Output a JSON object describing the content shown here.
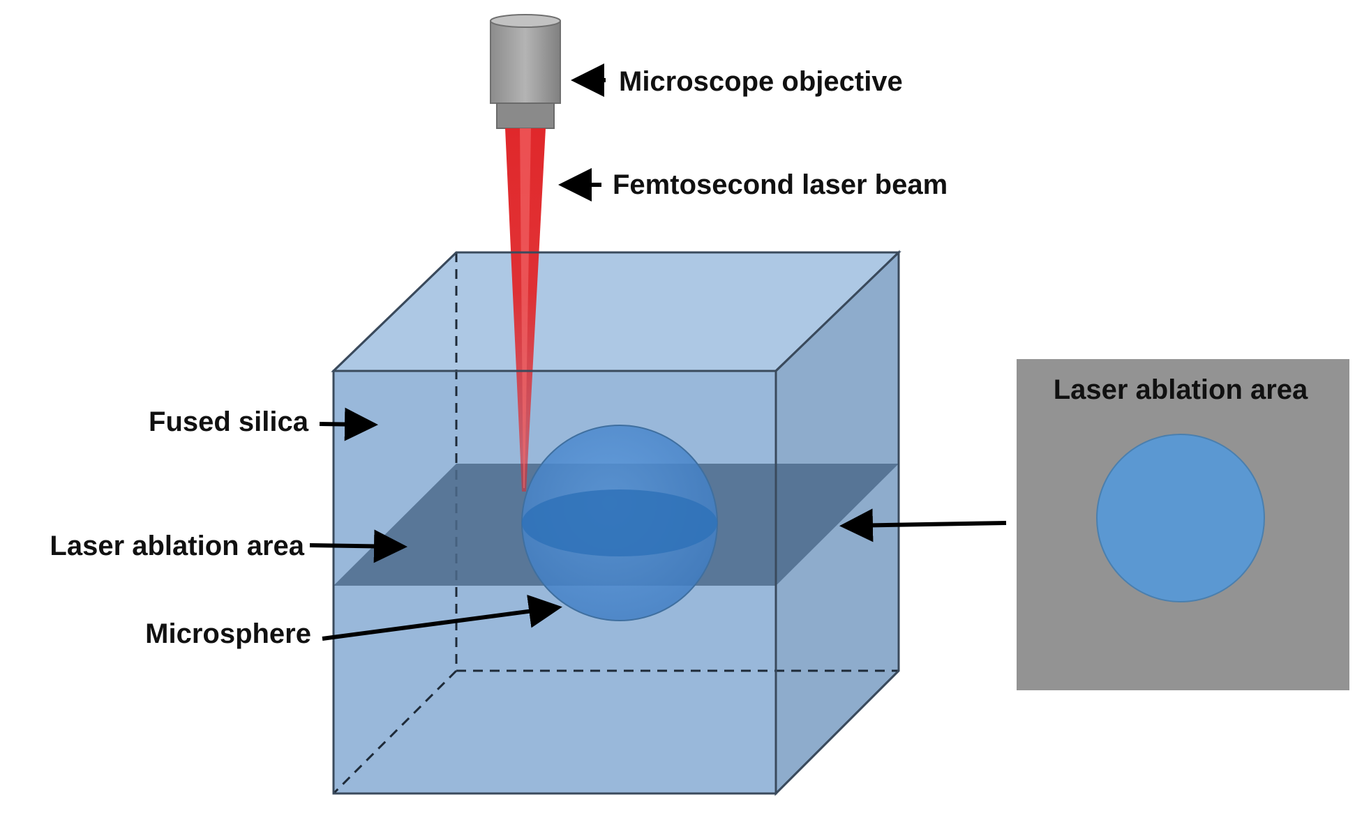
{
  "labels": {
    "microscope_objective": "Microscope objective",
    "femtosecond_laser_beam": "Femtosecond laser beam",
    "fused_silica": "Fused silica",
    "laser_ablation_area": "Laser ablation area",
    "microsphere": "Microsphere",
    "inset_title": "Laser ablation area"
  },
  "colors": {
    "block_front": "#96b6d9",
    "block_top": "#adc8e4",
    "block_side": "#8eaccc",
    "ablation_plane": "#4d6b8c",
    "microsphere": "#4a89cf",
    "microsphere_cap": "#2f72b8",
    "laser": "#e0282b",
    "objective": "#9a9a9a",
    "inset_background": "#939393",
    "inset_circle": "#5b98d2"
  }
}
